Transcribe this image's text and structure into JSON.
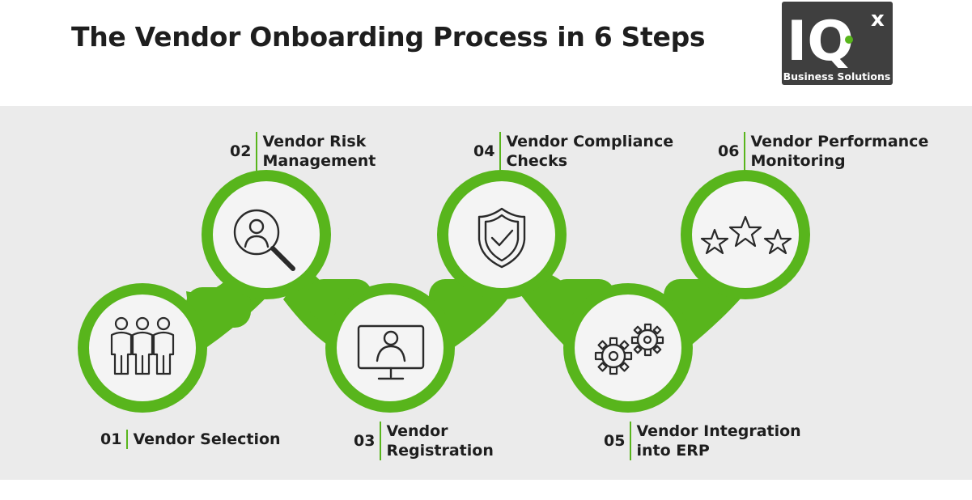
{
  "title": "The Vendor Onboarding Process in 6 Steps",
  "logo": {
    "mark": "IQ",
    "superscript": "x",
    "tagline": "Business Solutions"
  },
  "colors": {
    "accent": "#58b51c",
    "band": "#ebebeb",
    "circle": "#f4f4f4",
    "text": "#1e1e1e",
    "logo_bg": "#3a3a3a"
  },
  "steps": [
    {
      "number": "01",
      "line1": "Vendor Selection",
      "line2": "",
      "icon": "people-group-icon"
    },
    {
      "number": "02",
      "line1": "Vendor Risk",
      "line2": "Management",
      "icon": "person-search-icon"
    },
    {
      "number": "03",
      "line1": "Vendor",
      "line2": "Registration",
      "icon": "monitor-user-icon"
    },
    {
      "number": "04",
      "line1": "Vendor Compliance",
      "line2": "Checks",
      "icon": "shield-check-icon"
    },
    {
      "number": "05",
      "line1": "Vendor Integration",
      "line2": "into ERP",
      "icon": "gears-icon"
    },
    {
      "number": "06",
      "line1": "Vendor Performance",
      "line2": "Monitoring",
      "icon": "stars-rating-icon"
    }
  ]
}
